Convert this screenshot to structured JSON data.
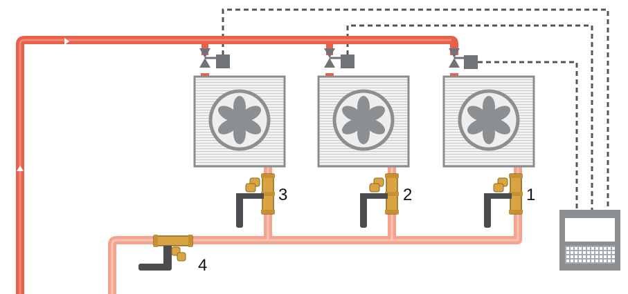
{
  "colors": {
    "supply_pipe": "#e8604a",
    "supply_pipe_dark": "#c94a36",
    "return_pipe": "#f4a48e",
    "return_pipe_light": "#f8c3b2",
    "unit_fill": "#eeeeee",
    "unit_border": "#8a8d90",
    "fan": "#8c8f92",
    "actuator": "#707378",
    "control_wire": "#555555",
    "brass": "#d9a441",
    "handle": "#4a4c50"
  },
  "icons": {
    "fan_coil": "fan-coil-unit-icon",
    "zone_valve": "two-way-valve-icon",
    "actuator": "valve-actuator-icon",
    "balancing_valve": "balancing-valve-icon",
    "controller": "controller-terminal-icon"
  },
  "labels": {
    "valve_1": "1",
    "valve_2": "2",
    "valve_3": "3",
    "valve_4": "4"
  }
}
